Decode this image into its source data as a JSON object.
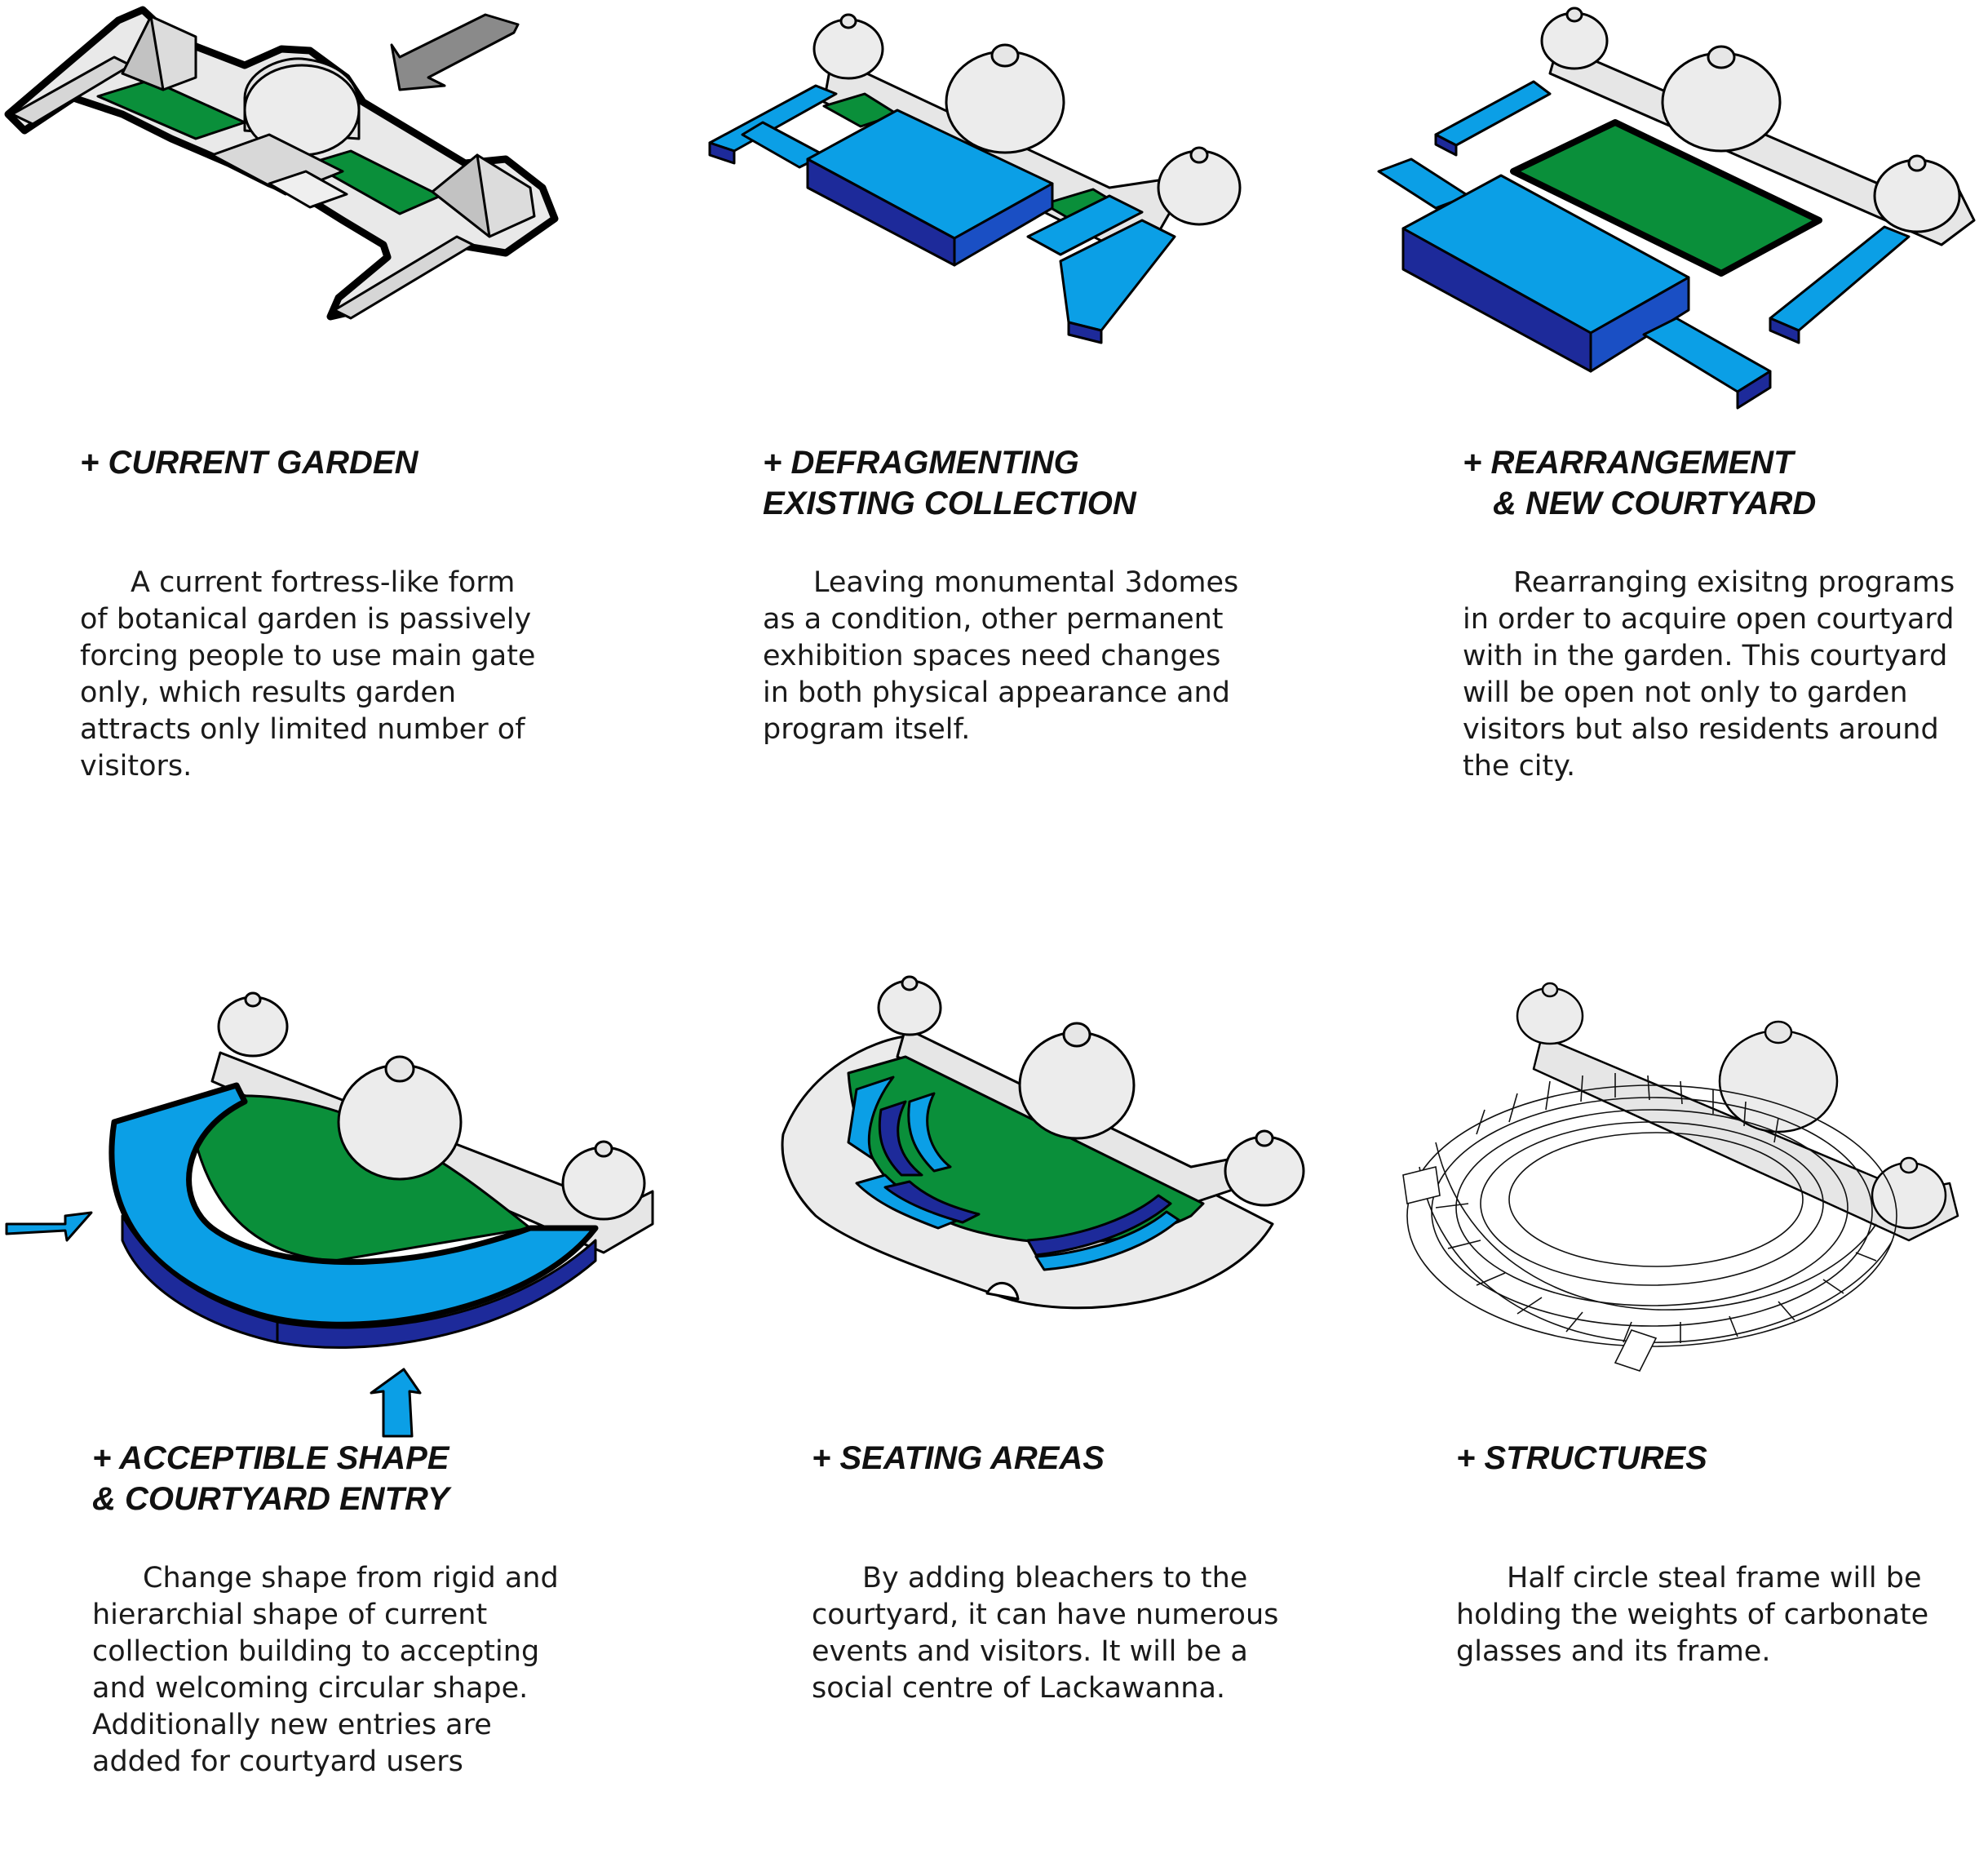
{
  "colors": {
    "green": "#0a8f3a",
    "blue": "#0b9fe6",
    "navy": "#1d2a9a",
    "gray_light": "#eeeeee",
    "gray_mid": "#d2d2d2",
    "gray_dark": "#8a8a8a",
    "outline": "#000000"
  },
  "panels": [
    {
      "id": "current-garden",
      "title": [
        "+ CURRENT GARDEN"
      ],
      "description": [
        "A current fortress-like form",
        "of botanical garden is passively",
        "forcing people to use main gate",
        "only, which results garden",
        "attracts only limited number of",
        "visitors."
      ],
      "icons": [
        "arrow-icon"
      ]
    },
    {
      "id": "defragmenting",
      "title": [
        "+ DEFRAGMENTING",
        "EXISTING COLLECTION"
      ],
      "description": [
        "Leaving monumental 3domes",
        "as a condition, other permanent",
        "exhibition spaces need changes",
        "in both physical appearance and",
        "program itself."
      ]
    },
    {
      "id": "rearrangement",
      "title": [
        "+ REARRANGEMENT",
        "& NEW COURTYARD"
      ],
      "description": [
        "Rearranging exisitng programs",
        "in order to acquire open courtyard",
        "with in the garden. This courtyard",
        "will be open not only to garden",
        "visitors but also residents around",
        "the city."
      ]
    },
    {
      "id": "acceptible-shape",
      "title": [
        "+ ACCEPTIBLE SHAPE",
        "& COURTYARD ENTRY"
      ],
      "description": [
        "Change shape from rigid and",
        "hierarchial shape of current",
        "collection building to accepting",
        "and welcoming circular shape.",
        "Additionally new entries are",
        "added for courtyard users"
      ],
      "icons": [
        "arrow-icon",
        "arrow-icon"
      ]
    },
    {
      "id": "seating-areas",
      "title": [
        "+ SEATING AREAS"
      ],
      "description": [
        "By adding bleachers to the",
        "courtyard, it can have numerous",
        "events and visitors. It will be a",
        "social centre of Lackawanna."
      ]
    },
    {
      "id": "structures",
      "title": [
        "+ STRUCTURES"
      ],
      "description": [
        "Half circle steal frame will be",
        "holding the weights of carbonate",
        "glasses and its frame."
      ]
    }
  ]
}
